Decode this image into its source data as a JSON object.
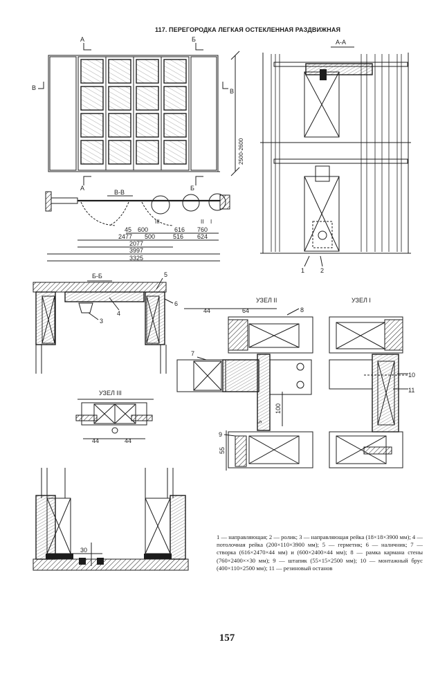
{
  "title": "117. ПЕРЕГОРОДКА ЛЕГКАЯ ОСТЕКЛЕННАЯ РАЗДВИЖНАЯ",
  "section_marks": {
    "a": "А",
    "b": "Б",
    "v": "В"
  },
  "section_titles": {
    "aa": "А-А",
    "bb": "Б-Б",
    "vv": "В-В"
  },
  "node_titles": {
    "n1": "УЗЕЛ I",
    "n2": "УЗЕЛ II",
    "n3": "УЗЕЛ III"
  },
  "roman": {
    "i": "I",
    "ii": "II",
    "iii": "III"
  },
  "elevation": {
    "height_dim": "2500-2600"
  },
  "plan_dims": {
    "d45": "45",
    "d600": "600",
    "d616": "616",
    "d760": "760",
    "d2477": "2477",
    "d500": "500",
    "d516": "516",
    "d624": "624",
    "d2077": "2077",
    "d3997": "3997",
    "d3325": "3325"
  },
  "callouts": {
    "c1": "1",
    "c2": "2",
    "c3": "3",
    "c4": "4",
    "c5": "5",
    "c6": "6",
    "c7": "7",
    "c8": "8",
    "c9": "9",
    "c10": "10",
    "c11": "11"
  },
  "node_dims": {
    "d44": "44",
    "d64": "64",
    "d100": "100",
    "d5": "5",
    "d55": "55",
    "d30": "30"
  },
  "legend": "1 — направляющая; 2 — ролик; 3 — направляющая рейка (18×18×3900 мм); 4 — потолочная рейка (200×110×3900 мм); 5 — герметик; 6 — наличник; 7 — створка (616×2470×44 мм) и (600×2400×44 мм); 8 — рамка кармана стены (760×2400××30 мм); 9 — штапик (55×15×2500 мм); 10 — монтажный брус (400×110×2500 мм); 11 — резиновый останов",
  "page_number": "157"
}
